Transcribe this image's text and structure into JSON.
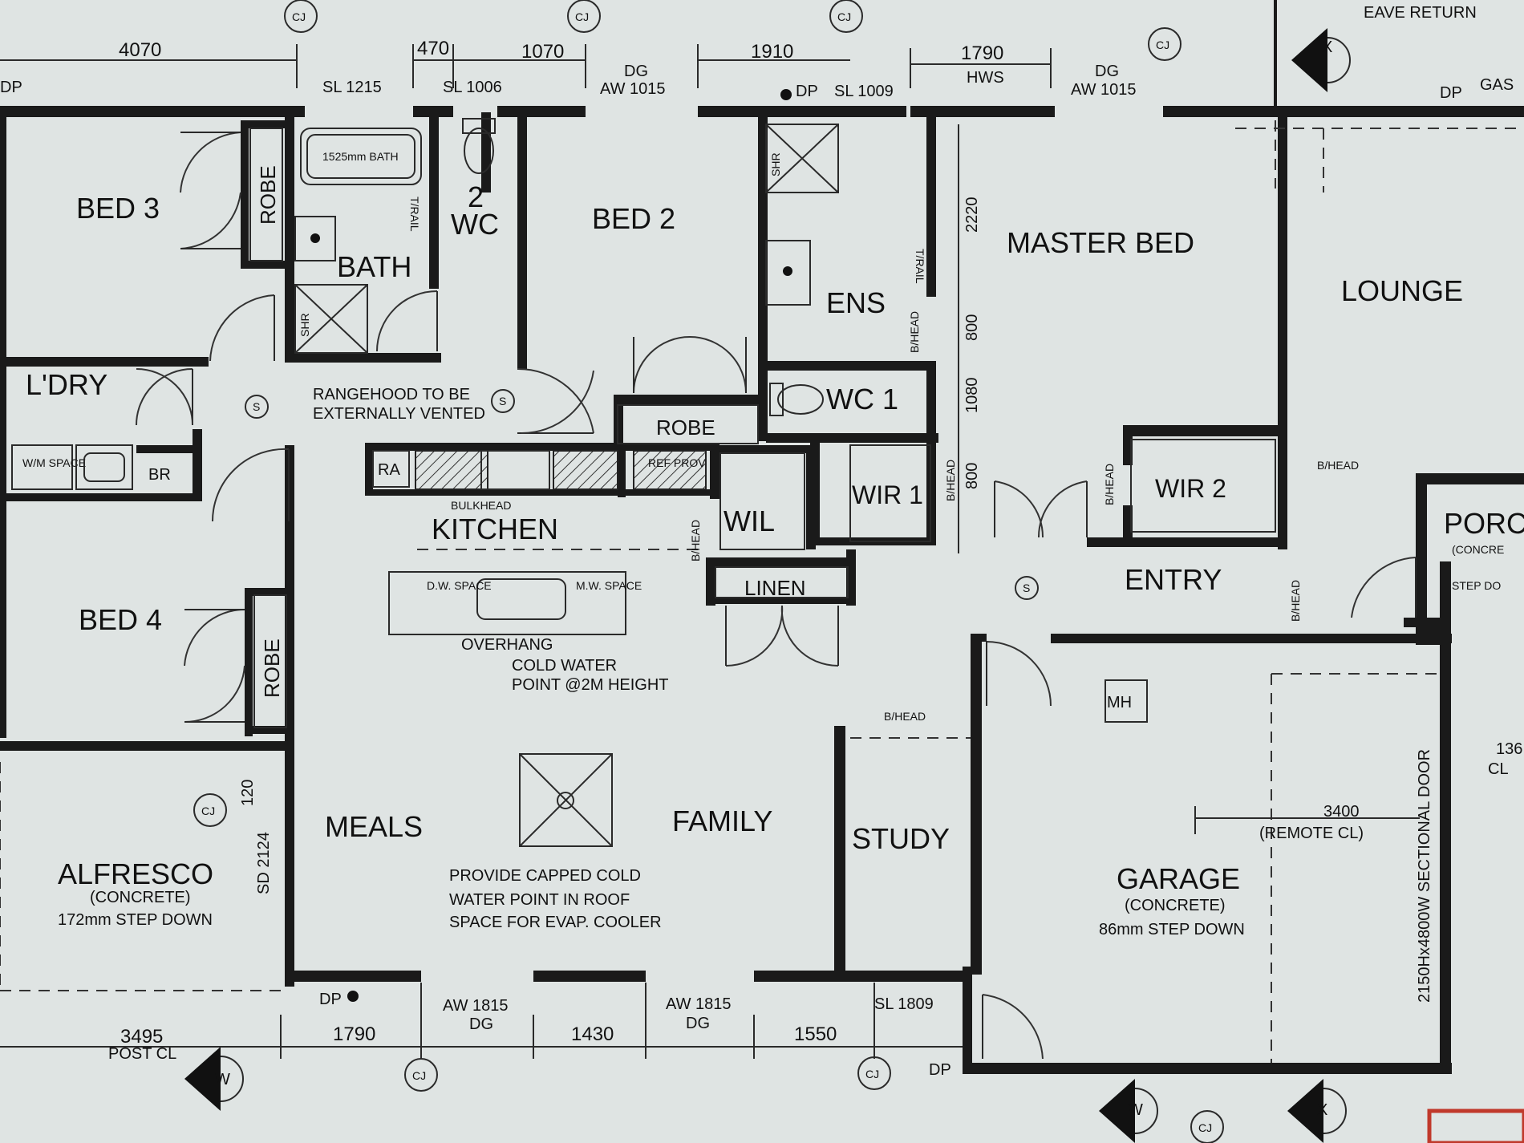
{
  "rooms": {
    "bed3": "BED 3",
    "bed2": "BED 2",
    "bed4": "BED 4",
    "bath": "BATH",
    "wc2_num": "2",
    "wc2": "WC",
    "ens": "ENS",
    "master_bed": "MASTER BED",
    "lounge": "LOUNGE",
    "laundry": "L'DRY",
    "kitchen": "KITCHEN",
    "wc1": "WC 1",
    "wir1": "WIR 1",
    "wir2": "WIR 2",
    "wil": "WIL",
    "linen": "LINEN",
    "entry": "ENTRY",
    "porch": "PORC",
    "meals": "MEALS",
    "family": "FAMILY",
    "study": "STUDY",
    "garage": "GARAGE",
    "alfresco": "ALFRESCO",
    "robe": "ROBE",
    "robe_mid": "ROBE",
    "robe_bed4": "ROBE",
    "br": "BR",
    "ra": "RA",
    "mh": "MH"
  },
  "notes": {
    "rangehood_1": "RANGEHOOD TO BE",
    "rangehood_2": "EXTERNALLY VENTED",
    "bulkhead": "BULKHEAD",
    "overhang": "OVERHANG",
    "cold_water_1": "COLD WATER",
    "cold_water_2": "POINT @2M HEIGHT",
    "capped_1": "PROVIDE CAPPED COLD",
    "capped_2": "WATER POINT IN ROOF",
    "capped_3": "SPACE FOR EVAP. COOLER",
    "alfresco_sub": "(CONCRETE)",
    "alfresco_step": "172mm STEP DOWN",
    "garage_sub": "(CONCRETE)",
    "garage_step": "86mm STEP DOWN",
    "porch_sub": "(CONCRE",
    "porch_step": "STEP DO",
    "eave_return": "EAVE RETURN",
    "sectional_door": "2150Hx4800W SECTIONAL DOOR",
    "remote_cl": "(REMOTE CL)",
    "remote_dim": "3400",
    "bath_size": "1525mm BATH",
    "dw_space": "D.W. SPACE",
    "mw_space": "M.W. SPACE",
    "wm_space": "W/M SPACE",
    "ref_prov": "REF PROV",
    "trail": "T/RAIL",
    "shr": "SHR",
    "bhead": "B/HEAD",
    "hws": "HWS",
    "gas": "GAS",
    "post_cl": "POST CL",
    "cl": "CL",
    "cj": "CJ",
    "dp": "DP",
    "compass_x": "X",
    "compass_w": "W",
    "s": "S"
  },
  "dims_top": [
    "4070",
    "470",
    "1070",
    "1910",
    "1790"
  ],
  "windows_top": {
    "sl1215": "SL 1215",
    "sl1006": "SL 1006",
    "dg1": "DG",
    "aw1015a": "AW 1015",
    "sl1009": "SL 1009",
    "dg2": "DG",
    "aw1015b": "AW 1015"
  },
  "dims_bottom": [
    "3495",
    "1790",
    "1430",
    "1550"
  ],
  "windows_bottom": {
    "aw1815a": "AW 1815",
    "dg_a": "DG",
    "aw1815b": "AW 1815",
    "dg_b": "DG",
    "sl1809": "SL 1809"
  },
  "dims_side": {
    "d2220": "2220",
    "d800a": "800",
    "d1080": "1080",
    "d800b": "800",
    "sd2124": "SD 2124",
    "d120": "120",
    "d136": "136"
  }
}
